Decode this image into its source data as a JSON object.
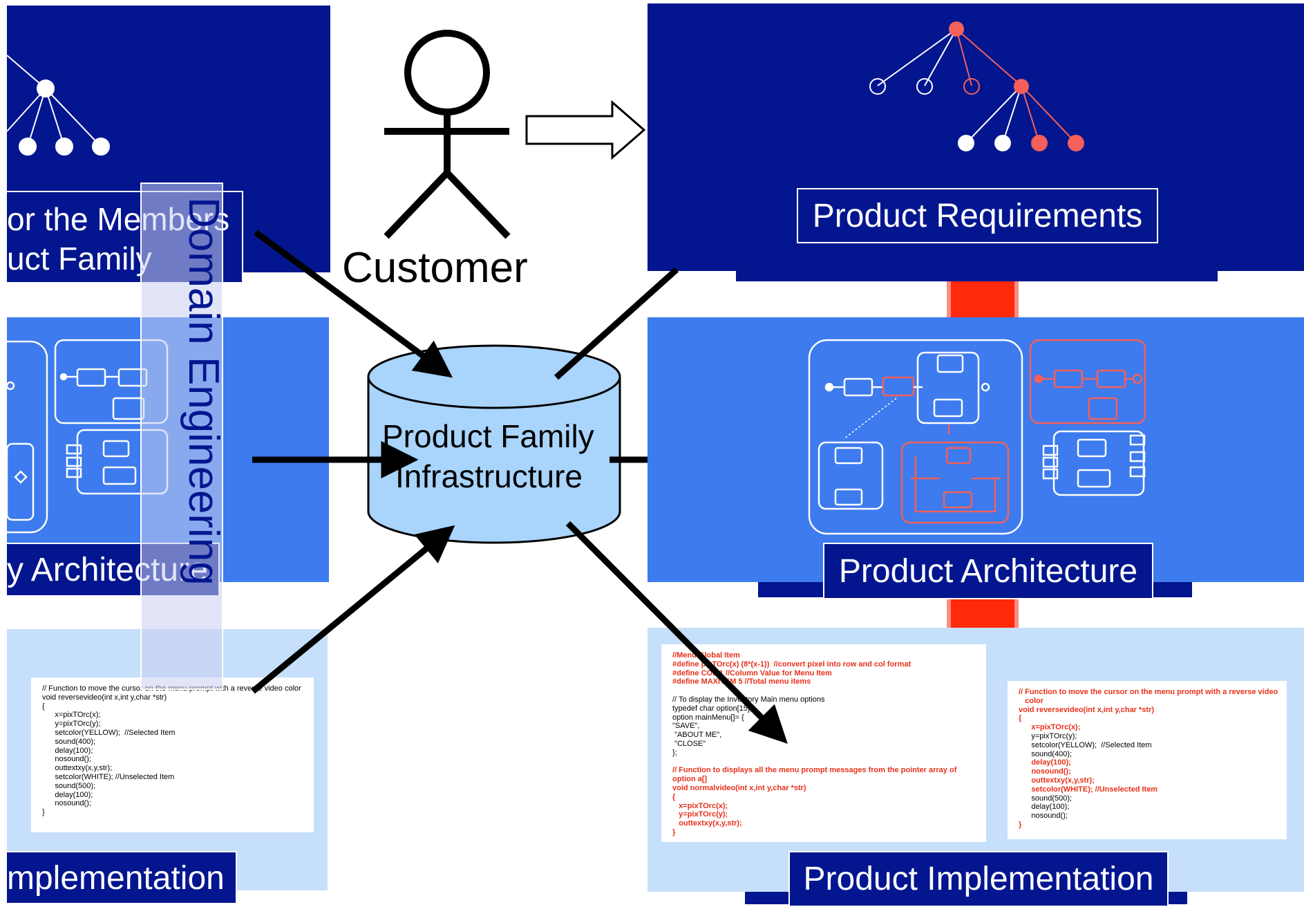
{
  "left": {
    "members_label_line1": "or the Members",
    "members_label_line2": "uct Family",
    "architecture_label": "y Architecture",
    "implementation_label": "mplementation",
    "domain_engineering": "Domain Engineering",
    "code_lines": [
      "// Function to move the cursor on the menu prompt with a reverse video color",
      "void reversevideo(int x,int y,char *str)",
      "{",
      "      x=pixTOrc(x);",
      "      y=pixTOrc(y);",
      "      setcolor(YELLOW);  //Selected Item",
      "      sound(400);",
      "      delay(100);",
      "      nosound();",
      "      outtextxy(x,y,str);",
      "      setcolor(WHITE); //Unselected Item",
      "      sound(500);",
      "      delay(100);",
      "      nosound();",
      "}"
    ]
  },
  "center": {
    "customer_label": "Customer",
    "infrastructure_line1": "Product Family",
    "infrastructure_line2": "Infrastructure"
  },
  "right": {
    "requirements_label": "Product Requirements",
    "architecture_label": "Product Architecture",
    "implementation_label": "Product Implementation",
    "code1_lines": [
      {
        "t": "//Menu Global Item",
        "red": true
      },
      {
        "t": "#define pixTOrc(x) (8*(x-1))  //convert pixel into row and col format",
        "red": true
      },
      {
        "t": "#define COL 1 //Column Value for Menu Item",
        "red": true
      },
      {
        "t": "#define MAXITEM 5 //Total menu items",
        "red": true
      },
      {
        "t": "",
        "red": false
      },
      {
        "t": "// To display the Inventory Main menu options",
        "red": false
      },
      {
        "t": "typedef char option[15];",
        "red": false
      },
      {
        "t": "option mainMenu[]= {",
        "red": false
      },
      {
        "t": "\"SAVE\",",
        "red": false
      },
      {
        "t": " \"ABOUT ME\",",
        "red": false
      },
      {
        "t": " \"CLOSE\"",
        "red": false
      },
      {
        "t": "};",
        "red": false
      },
      {
        "t": "",
        "red": false
      },
      {
        "t": "// Function to displays all the menu prompt messages from the pointer array of",
        "red": true
      },
      {
        "t": "option a[]",
        "red": true
      },
      {
        "t": "void normalvideo(int x,int y,char *str)",
        "red": true
      },
      {
        "t": "{",
        "red": true
      },
      {
        "t": "   x=pixTOrc(x);",
        "red": true
      },
      {
        "t": "   y=pixTOrc(y);",
        "red": true
      },
      {
        "t": "   outtextxy(x,y,str);",
        "red": true
      },
      {
        "t": "}",
        "red": true
      }
    ],
    "code2_lines": [
      {
        "t": "// Function to move the cursor on the menu prompt with a reverse video",
        "red": true
      },
      {
        "t": "   color",
        "red": true
      },
      {
        "t": "void reversevideo(int x,int y,char *str)",
        "red": true
      },
      {
        "t": "{",
        "red": true
      },
      {
        "t": "      x=pixTOrc(x);",
        "red": true
      },
      {
        "t": "      y=pixTOrc(y);",
        "red": false
      },
      {
        "t": "      setcolor(YELLOW);  //Selected Item",
        "red": false
      },
      {
        "t": "      sound(400);",
        "red": false
      },
      {
        "t": "      delay(100);",
        "red": true
      },
      {
        "t": "      nosound();",
        "red": true
      },
      {
        "t": "      outtextxy(x,y,str);",
        "red": true
      },
      {
        "t": "      setcolor(WHITE); //Unselected Item",
        "red": true
      },
      {
        "t": "      sound(500);",
        "red": false
      },
      {
        "t": "      delay(100);",
        "red": false
      },
      {
        "t": "      nosound();",
        "red": false
      },
      {
        "t": "}",
        "red": true
      }
    ]
  },
  "colors": {
    "dark_blue": "#03168f",
    "mid_blue": "#3d7bee",
    "light_blue": "#c6dffa",
    "highlight_red": "#f4605a",
    "connector_red": "#ff2a0a",
    "cylinder_fill": "#a9d4fb"
  }
}
